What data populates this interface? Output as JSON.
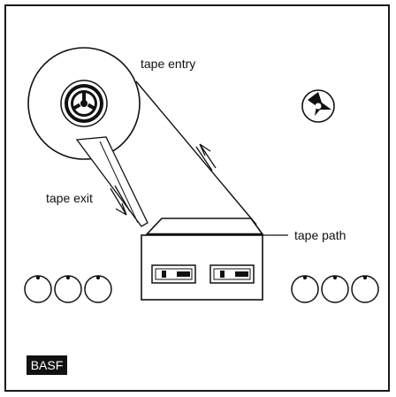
{
  "labels": {
    "tape_entry": "tape entry",
    "tape_exit": "tape exit",
    "tape_path": "tape path"
  },
  "brand": {
    "text": "BASF"
  },
  "colors": {
    "ink": "#111111",
    "paper": "#ffffff",
    "brand_bg": "#111111"
  },
  "icons": {
    "left_reel_hub": "reel-hub-icon",
    "right_spindle": "spindle-icon",
    "knobs": "knob-icon"
  },
  "knobs": {
    "left_group_count": 3,
    "right_group_count": 3
  },
  "meters": {
    "count": 2
  }
}
